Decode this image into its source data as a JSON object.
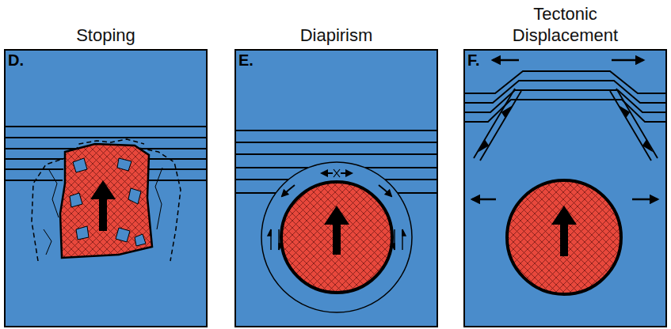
{
  "diagram": {
    "nodes": [
      {
        "text": [
          "Stoping",
          "D."
        ]
      },
      {
        "text": [
          "Diapirism",
          "E."
        ]
      },
      {
        "text": [
          "Tectonic Displacement",
          "F."
        ]
      }
    ]
  }
}
